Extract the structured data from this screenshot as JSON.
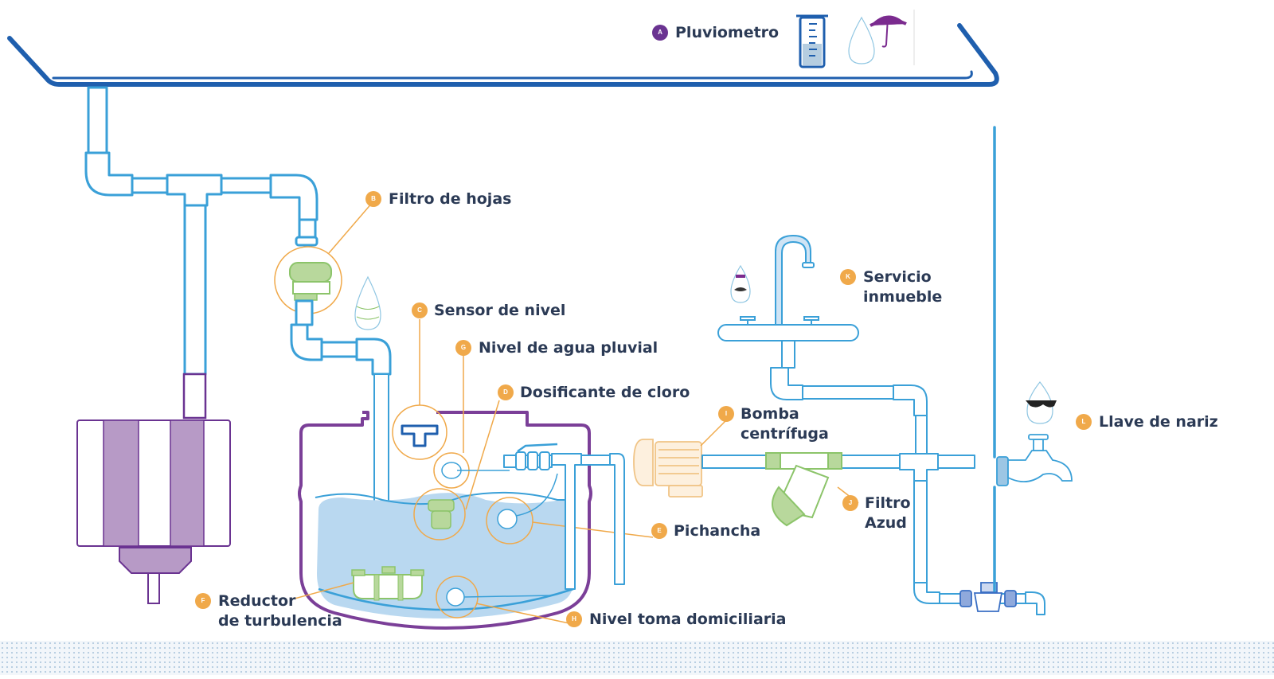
{
  "diagram": {
    "title": "Sistema de captación de agua pluvial",
    "colors": {
      "gutter": "#1f5fae",
      "pipe": "#3aa0d8",
      "pipe_fill": "#ffffff",
      "water": "#b9d8f0",
      "tank": "#7b3f98",
      "filter_purple": "#b79ac6",
      "callout": "#f0a94a",
      "green": "#8cc46a",
      "label_text": "#2b3a55",
      "badge_A": "#6a3391"
    },
    "labels": [
      {
        "id": "A",
        "text": "Pluviometro",
        "badge_color": "#6a3391"
      },
      {
        "id": "B",
        "text": "Filtro de hojas",
        "badge_color": "#f0a94a"
      },
      {
        "id": "C",
        "text": "Sensor de nivel",
        "badge_color": "#f0a94a"
      },
      {
        "id": "G",
        "text": "Nivel de agua pluvial",
        "badge_color": "#f0a94a"
      },
      {
        "id": "D",
        "text": "Dosificante de cloro",
        "badge_color": "#f0a94a"
      },
      {
        "id": "I",
        "text": "Bomba centrífuga",
        "lines": [
          "Bomba",
          "centrífuga"
        ],
        "badge_color": "#f0a94a"
      },
      {
        "id": "K",
        "text": "Servicio inmueble",
        "lines": [
          "Servicio",
          "inmueble"
        ],
        "badge_color": "#f0a94a"
      },
      {
        "id": "L",
        "text": "Llave de nariz",
        "badge_color": "#f0a94a"
      },
      {
        "id": "J",
        "text": "Filtro Azud",
        "lines": [
          "Filtro",
          "Azud"
        ],
        "badge_color": "#f0a94a"
      },
      {
        "id": "E",
        "text": "Pichancha",
        "badge_color": "#f0a94a"
      },
      {
        "id": "F",
        "text": "Reductor de turbulencia",
        "lines": [
          "Reductor",
          "de turbulencia"
        ],
        "badge_color": "#f0a94a"
      },
      {
        "id": "H",
        "text": "Nivel toma domiciliaria",
        "badge_color": "#f0a94a"
      }
    ],
    "icons": [
      "rain-gauge-icon",
      "water-drop-character-umbrella",
      "leaf-filter-icon",
      "level-sensor-icon",
      "chlorine-dispenser-icon",
      "float-switch-icon",
      "foot-valve-icon",
      "turbulence-reducer-icon",
      "centrifugal-pump-icon",
      "disc-filter-icon",
      "sink-faucet-icon",
      "hose-bib-tap-icon",
      "water-meter-icon",
      "first-flush-tank-icon",
      "cistern-tank"
    ]
  }
}
